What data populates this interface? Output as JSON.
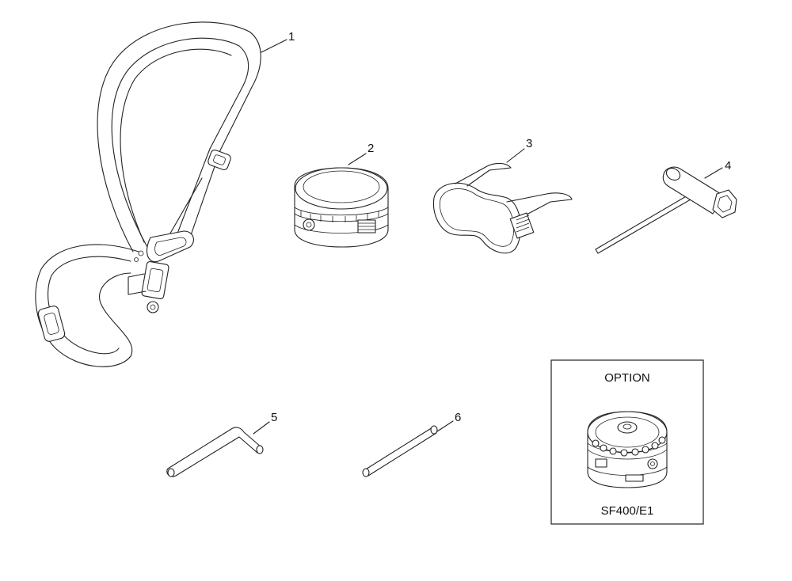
{
  "callouts": {
    "c1": "1",
    "c2": "2",
    "c3": "3",
    "c4": "4",
    "c5": "5",
    "c6": "6"
  },
  "option_box": {
    "title": "OPTION",
    "part_code": "SF400/E1"
  },
  "icons": {
    "part1": "shoulder-strap-icon",
    "part2": "trimmer-head-icon",
    "part3": "safety-goggles-icon",
    "part4": "plug-wrench-icon",
    "part5": "hex-key-icon",
    "part6": "pin-icon",
    "option": "option-trimmer-head-icon"
  }
}
